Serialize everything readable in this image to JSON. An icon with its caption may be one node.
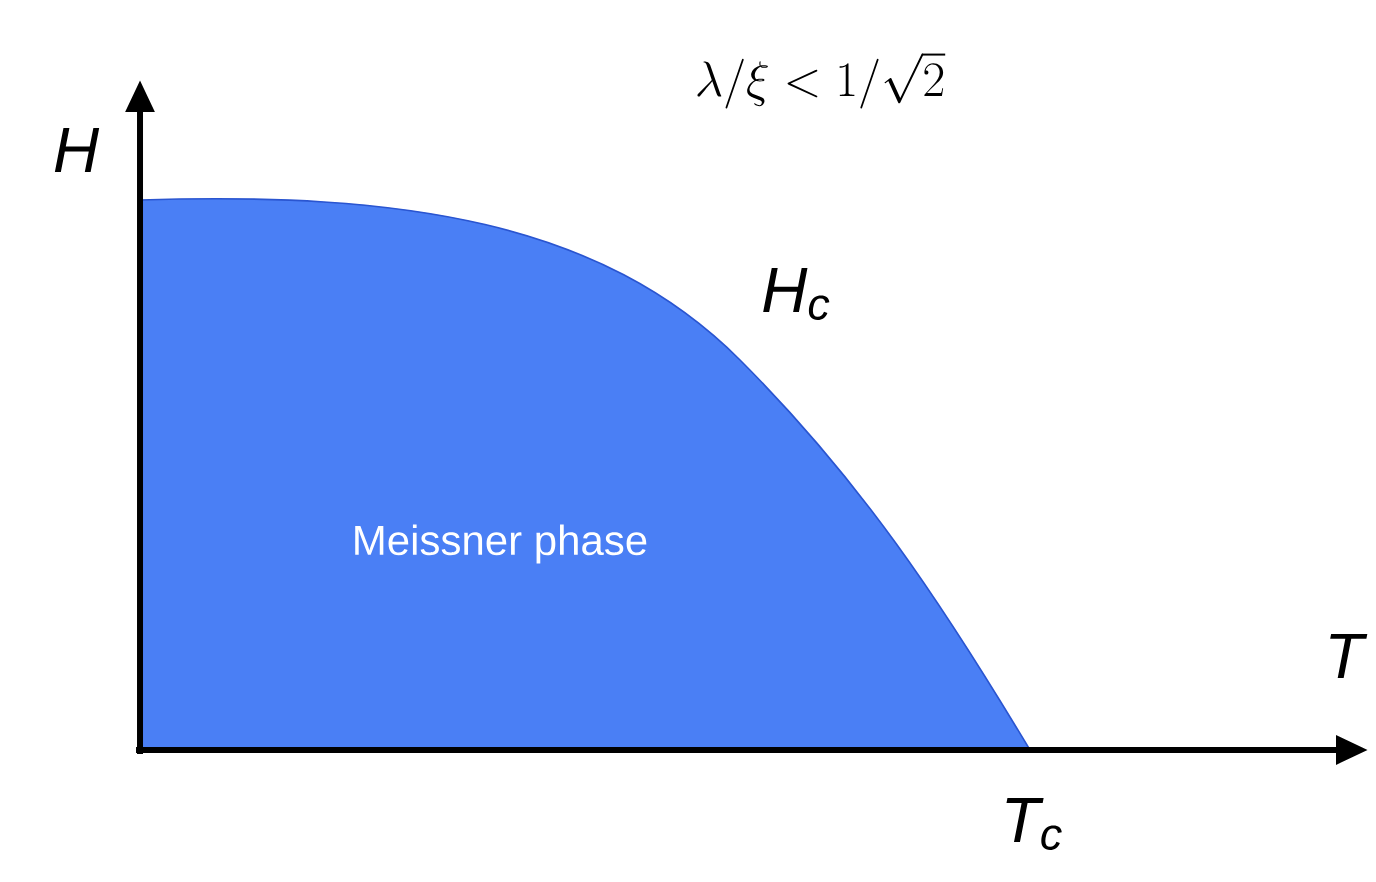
{
  "diagram": {
    "nodes": [
      {
        "text": [
          "Meissner phase"
        ]
      }
    ],
    "labels": [
      "\\lambda/\\xi < 1/\\sqrt{2}",
      "H",
      "H$_{c}$",
      "T",
      "T$_{c}$"
    ]
  }
}
